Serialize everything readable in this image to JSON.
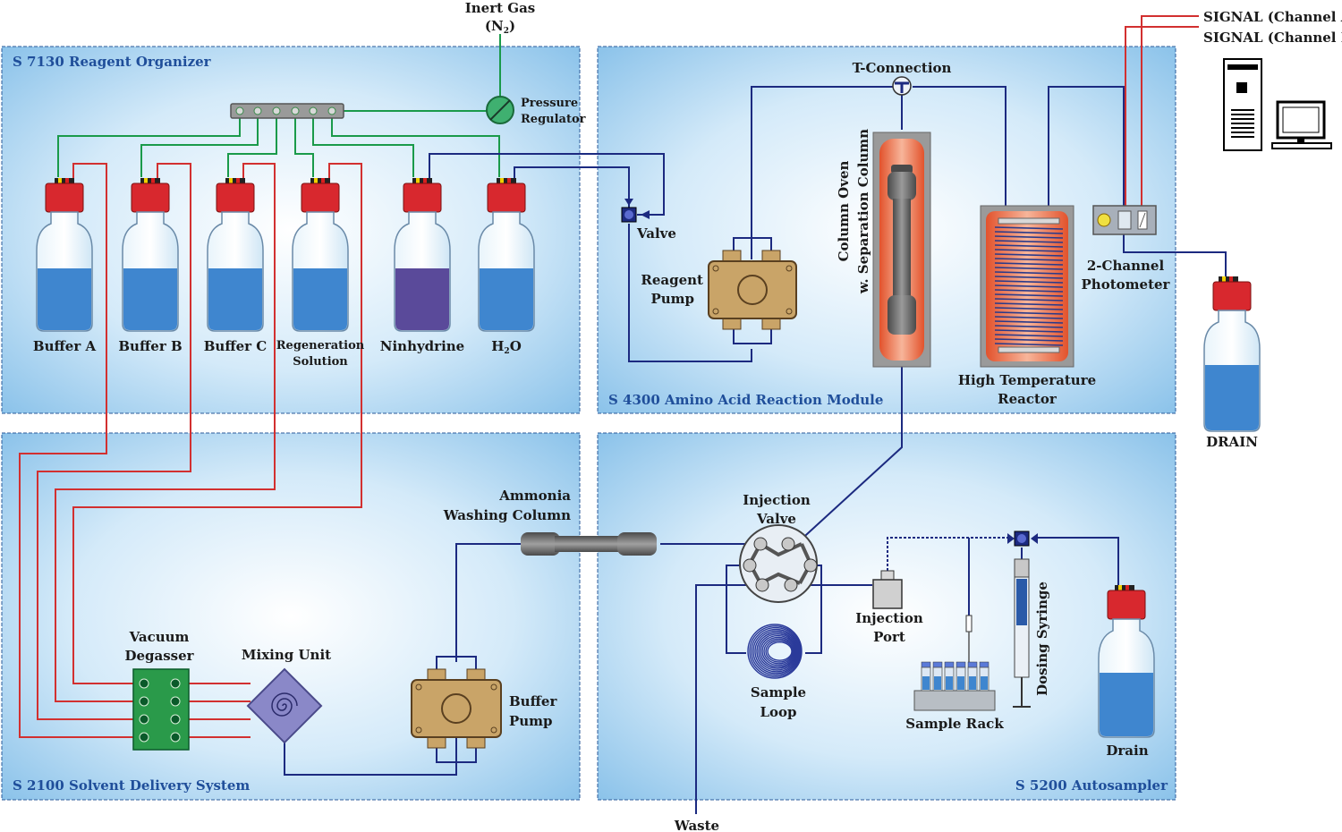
{
  "gas": {
    "line1": "Inert Gas",
    "line2_pre": "(N",
    "line2_sub": "2",
    "line2_post": ")"
  },
  "modules": {
    "reagent_organizer": "S 7130 Reagent Organizer",
    "reaction_module": "S 4300 Amino Acid Reaction Module",
    "solvent_delivery": "S 2100 Solvent Delivery System",
    "autosampler": "S 5200 Autosampler"
  },
  "components": {
    "pressure_regulator": [
      "Pressure",
      "Regulator"
    ],
    "valve": "Valve",
    "reagent_pump": [
      "Reagent",
      "Pump"
    ],
    "t_connection": "T-Connection",
    "column_oven": [
      "Column Oven",
      "w. Separation Column"
    ],
    "reactor": [
      "High Temperature",
      "Reactor"
    ],
    "photometer": [
      "2-Channel",
      "Photometer"
    ],
    "drain_top": "DRAIN",
    "vacuum_degasser": [
      "Vacuum",
      "Degasser"
    ],
    "mixing_unit": "Mixing Unit",
    "buffer_pump": [
      "Buffer",
      "Pump"
    ],
    "ammonia_column": [
      "Ammonia",
      "Washing Column"
    ],
    "injection_valve": [
      "Injection",
      "Valve"
    ],
    "injection_port": [
      "Injection",
      "Port"
    ],
    "sample_loop": [
      "Sample",
      "Loop"
    ],
    "sample_rack": "Sample Rack",
    "dosing_syringe": "Dosing Syringe",
    "drain_bottom": "Drain",
    "waste": "Waste"
  },
  "bottles": [
    {
      "label": "Buffer A",
      "liquid": "#3f86cf"
    },
    {
      "label": "Buffer B",
      "liquid": "#3f86cf"
    },
    {
      "label": "Buffer C",
      "liquid": "#3f86cf"
    },
    {
      "label": "Regeneration",
      "label2": "Solution",
      "liquid": "#3f86cf"
    },
    {
      "label": "Ninhydrine",
      "liquid": "#5a4a9a"
    },
    {
      "label": "H",
      "label_sub": "2",
      "label_post": "O",
      "liquid": "#3f86cf"
    }
  ],
  "signals": {
    "a": "SIGNAL (Channel A)",
    "b": "SIGNAL (Channel B)"
  },
  "colors": {
    "gas_line": "#1a9a4a",
    "eluent_line": "#d23030",
    "flow_line": "#1c2a80",
    "module_fill": "#a8d2f0",
    "module_title": "#1f4e9a",
    "bottle_cap": "#d8282e",
    "pump_body": "#c9a468"
  }
}
